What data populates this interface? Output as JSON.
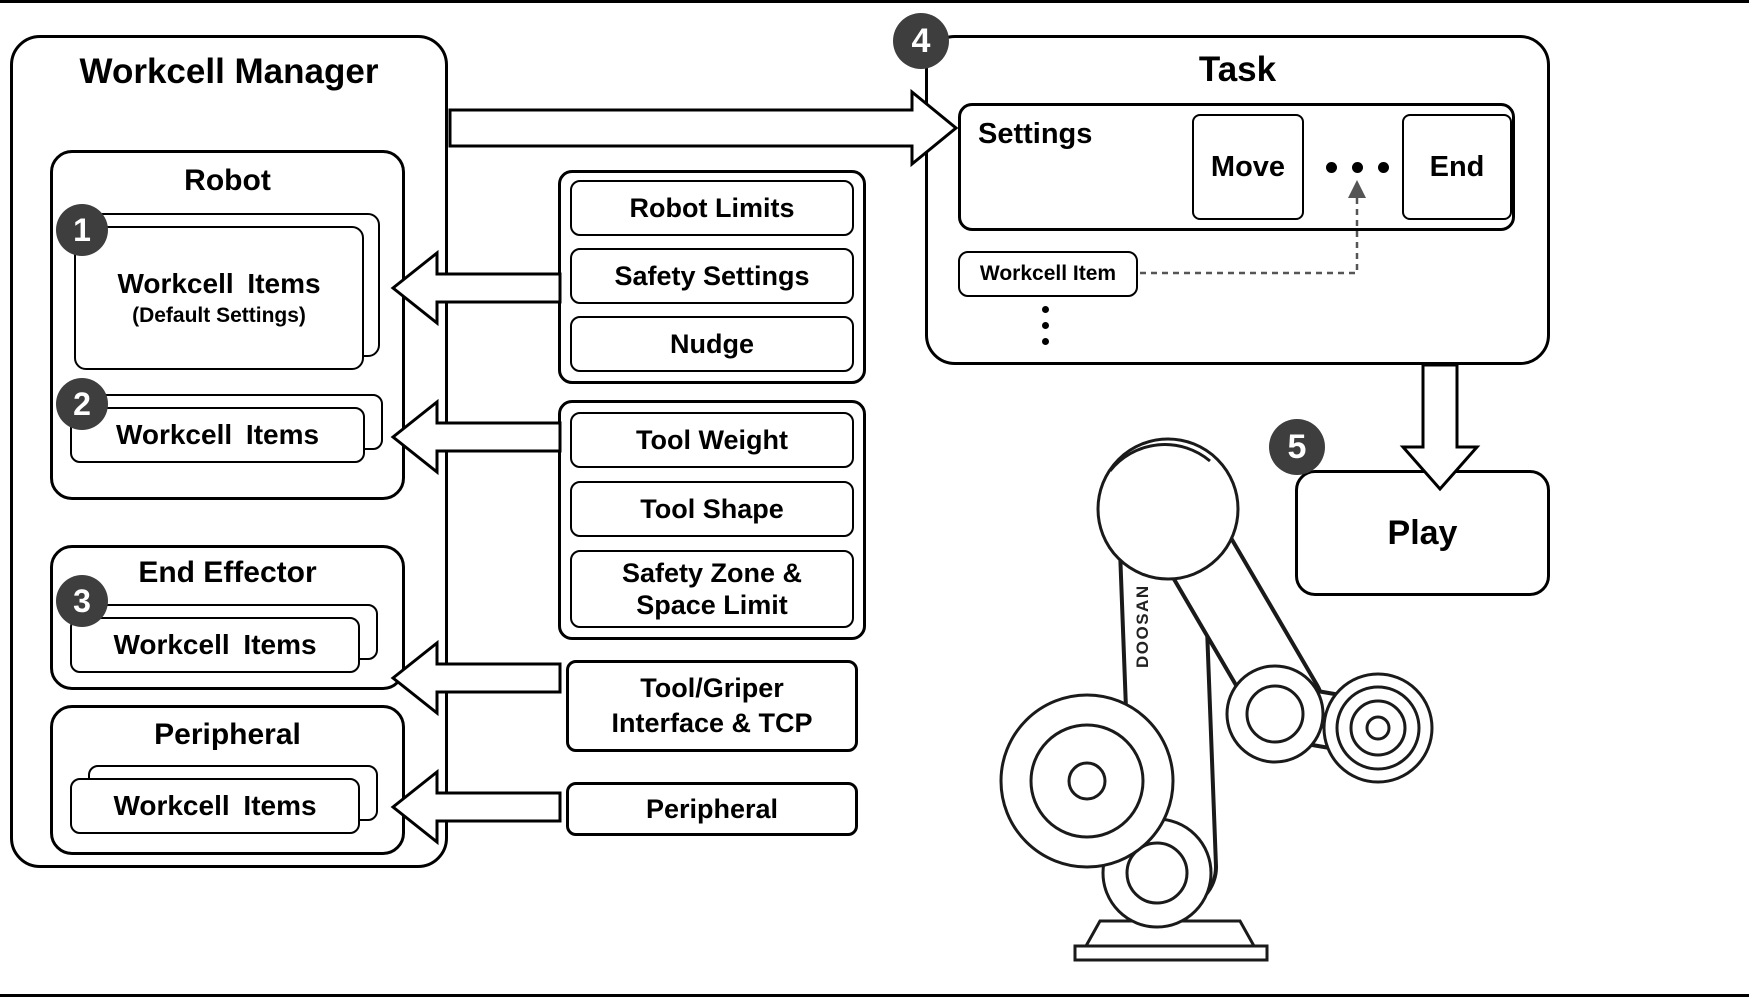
{
  "badges": {
    "step1": "1",
    "step2": "2",
    "step3": "3",
    "step4": "4",
    "step5": "5"
  },
  "workcell_manager": {
    "title": "Workcell Manager",
    "robot": {
      "title": "Robot",
      "default_item": {
        "line1": "Workcell Items",
        "line2": "(Default Settings)"
      },
      "item": "Workcell Items"
    },
    "end_effector": {
      "title": "End Effector",
      "item": "Workcell Items"
    },
    "peripheral": {
      "title": "Peripheral",
      "item": "Workcell Items"
    }
  },
  "parameter_boxes": {
    "robot_settings": {
      "robot_limits": "Robot Limits",
      "safety_settings": "Safety Settings",
      "nudge": "Nudge"
    },
    "tool_settings": {
      "tool_weight": "Tool Weight",
      "tool_shape": "Tool Shape",
      "safety_zone": {
        "line1": "Safety Zone &",
        "line2": "Space Limit"
      }
    },
    "tool_gripper": {
      "line1": "Tool/Griper",
      "line2": "Interface & TCP"
    },
    "peripheral": "Peripheral"
  },
  "task": {
    "title": "Task",
    "settings_label": "Settings",
    "move_label": "Move",
    "end_label": "End",
    "workcell_item_label": "Workcell Item"
  },
  "play_label": "Play",
  "robot_illustration": {
    "brand": "DOOSAN"
  },
  "icons": {
    "task_ellipsis": "three-horizontal-dots",
    "workcell_item_ellipsis": "three-vertical-dots",
    "arrows": "white-block-arrows-black-outline"
  },
  "colors": {
    "badge_bg": "#3e3e3e",
    "stroke": "#000000",
    "dashed_connector": "#555555"
  }
}
